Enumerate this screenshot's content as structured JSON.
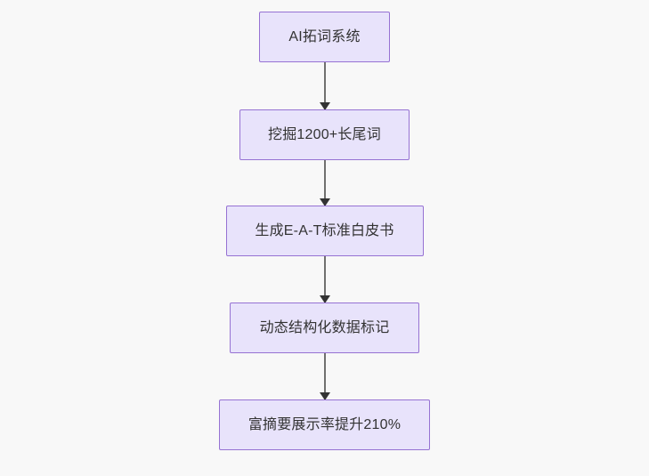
{
  "diagram": {
    "type": "flowchart",
    "direction": "top-to-bottom",
    "background_color": "#f8f8f8",
    "node_fill_color": "#e8e3fb",
    "node_border_color": "#9672d3",
    "node_text_color": "#333333",
    "edge_color": "#70706f",
    "arrow_color": "#333333",
    "nodes": [
      {
        "id": "node-1",
        "label": "AI拓词系统"
      },
      {
        "id": "node-2",
        "label": "挖掘1200+长尾词"
      },
      {
        "id": "node-3",
        "label": "生成E-A-T标准白皮书"
      },
      {
        "id": "node-4",
        "label": "动态结构化数据标记"
      },
      {
        "id": "node-5",
        "label": "富摘要展示率提升210%"
      }
    ],
    "edges": [
      {
        "id": "edge-1",
        "from": "node-1",
        "to": "node-2",
        "label": ""
      },
      {
        "id": "edge-2",
        "from": "node-2",
        "to": "node-3",
        "label": ""
      },
      {
        "id": "edge-3",
        "from": "node-3",
        "to": "node-4",
        "label": ""
      },
      {
        "id": "edge-4",
        "from": "node-4",
        "to": "node-5",
        "label": ""
      }
    ]
  }
}
